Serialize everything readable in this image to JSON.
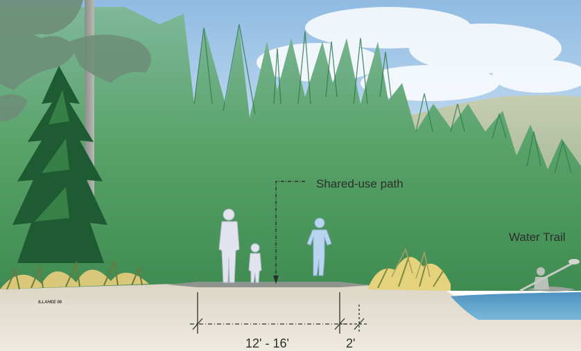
{
  "labels": {
    "shared_use_path": "Shared-use path",
    "water_trail": "Water Trail",
    "path_width": "12' - 16'",
    "shoulder_width": "2'",
    "artist_signature": "ILLAHEE 08"
  },
  "colors": {
    "sky": "#bcd6ee",
    "forest": "#4f9c63",
    "ground": "#e3ded1",
    "path": "#8f958e",
    "water": "#5f9fc6",
    "figures": "#d9dde6"
  }
}
